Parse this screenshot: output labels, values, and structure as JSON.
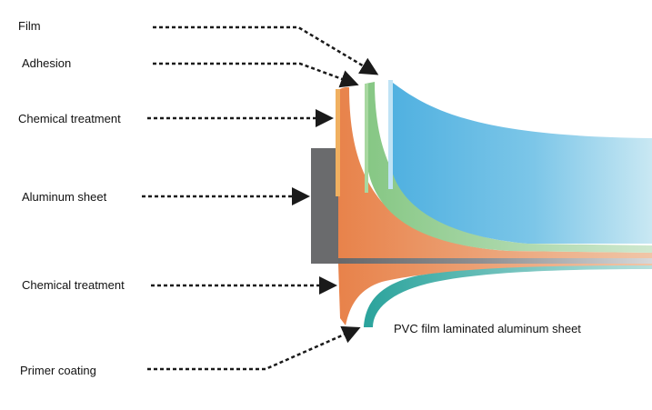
{
  "labels": {
    "film": "Film",
    "adhesion": "Adhesion",
    "chemical_treatment_top": "Chemical treatment",
    "aluminum_sheet": "Aluminum sheet",
    "chemical_treatment_bottom": "Chemical treatment",
    "primer_coating": "Primer coating"
  },
  "caption": "PVC film laminated aluminum sheet",
  "colors": {
    "film_blue": "#5ab4e0",
    "adhesion_green": "#8fcb8a",
    "chemical_orange": "#e9854a",
    "aluminum_gray": "#6d6e70",
    "primer_teal": "#2fa7a0",
    "arrow": "#1a1a1a"
  }
}
